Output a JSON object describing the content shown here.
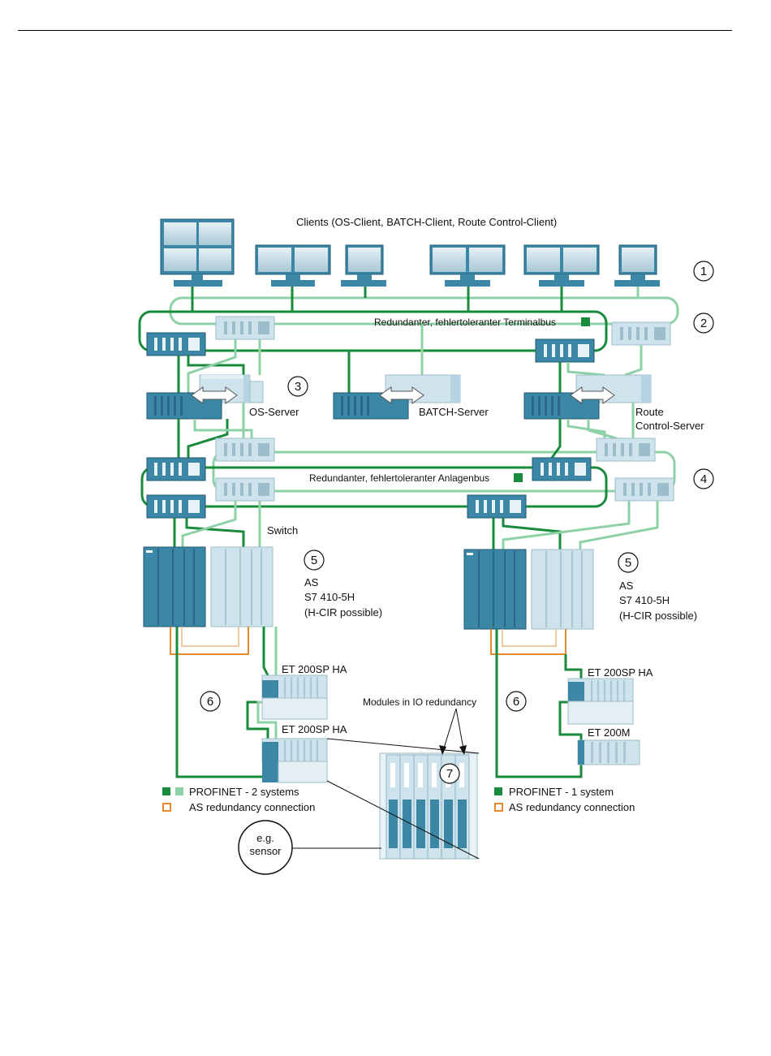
{
  "title": "Clients (OS-Client, BATCH-Client, Route Control-Client)",
  "terminal_bus_label": "Redundanter, fehlertoleranter Terminalbus",
  "plant_bus_label": "Redundanter, fehlertoleranter Anlagenbus",
  "servers": {
    "os": "OS-Server",
    "batch": "BATCH-Server",
    "route_line1": "Route",
    "route_line2": "Control-Server"
  },
  "switch_label": "Switch",
  "as_label": {
    "line1": "AS",
    "line2": "S7 410-5H",
    "line3": "(H-CIR possible)"
  },
  "io": {
    "et200sp_ha": "ET 200SP HA",
    "et200m": "ET 200M",
    "modules_io_redundancy": "Modules in IO redundancy",
    "sensor_line1": "e.g.",
    "sensor_line2": "sensor"
  },
  "legend": {
    "left_profinet": "PROFINET - 2 systems",
    "left_as": "AS redundancy connection",
    "right_profinet": "PROFINET - 1 system",
    "right_as": "AS redundancy connection"
  },
  "callouts": [
    "1",
    "2",
    "3",
    "4",
    "5",
    "6",
    "7"
  ],
  "colors": {
    "profinet_dark": "#1a8a3c",
    "profinet_light": "#8fd1a6",
    "as_redundancy": "#e58a2a",
    "device_dark": "#3d87a6",
    "device_light": "#cfe3ec"
  }
}
